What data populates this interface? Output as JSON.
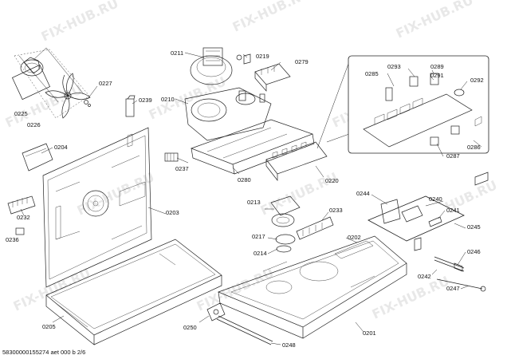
{
  "watermark": "FIX-HUB.RU",
  "footer_text": "58300000155274 aet 000 b 2/6",
  "part_labels": [
    "0211",
    "0219",
    "0279",
    "0293",
    "0289",
    "0285",
    "0291",
    "0292",
    "0227",
    "0210",
    "0239",
    "0225",
    "0226",
    "0204",
    "0237",
    "0286",
    "0287",
    "0280",
    "0220",
    "0244",
    "0240",
    "0213",
    "0233",
    "0241",
    "0232",
    "0203",
    "0217",
    "0245",
    "0236",
    "0214",
    "0202",
    "0246",
    "0242",
    "0247",
    "0205",
    "0250",
    "0201",
    "0248"
  ]
}
